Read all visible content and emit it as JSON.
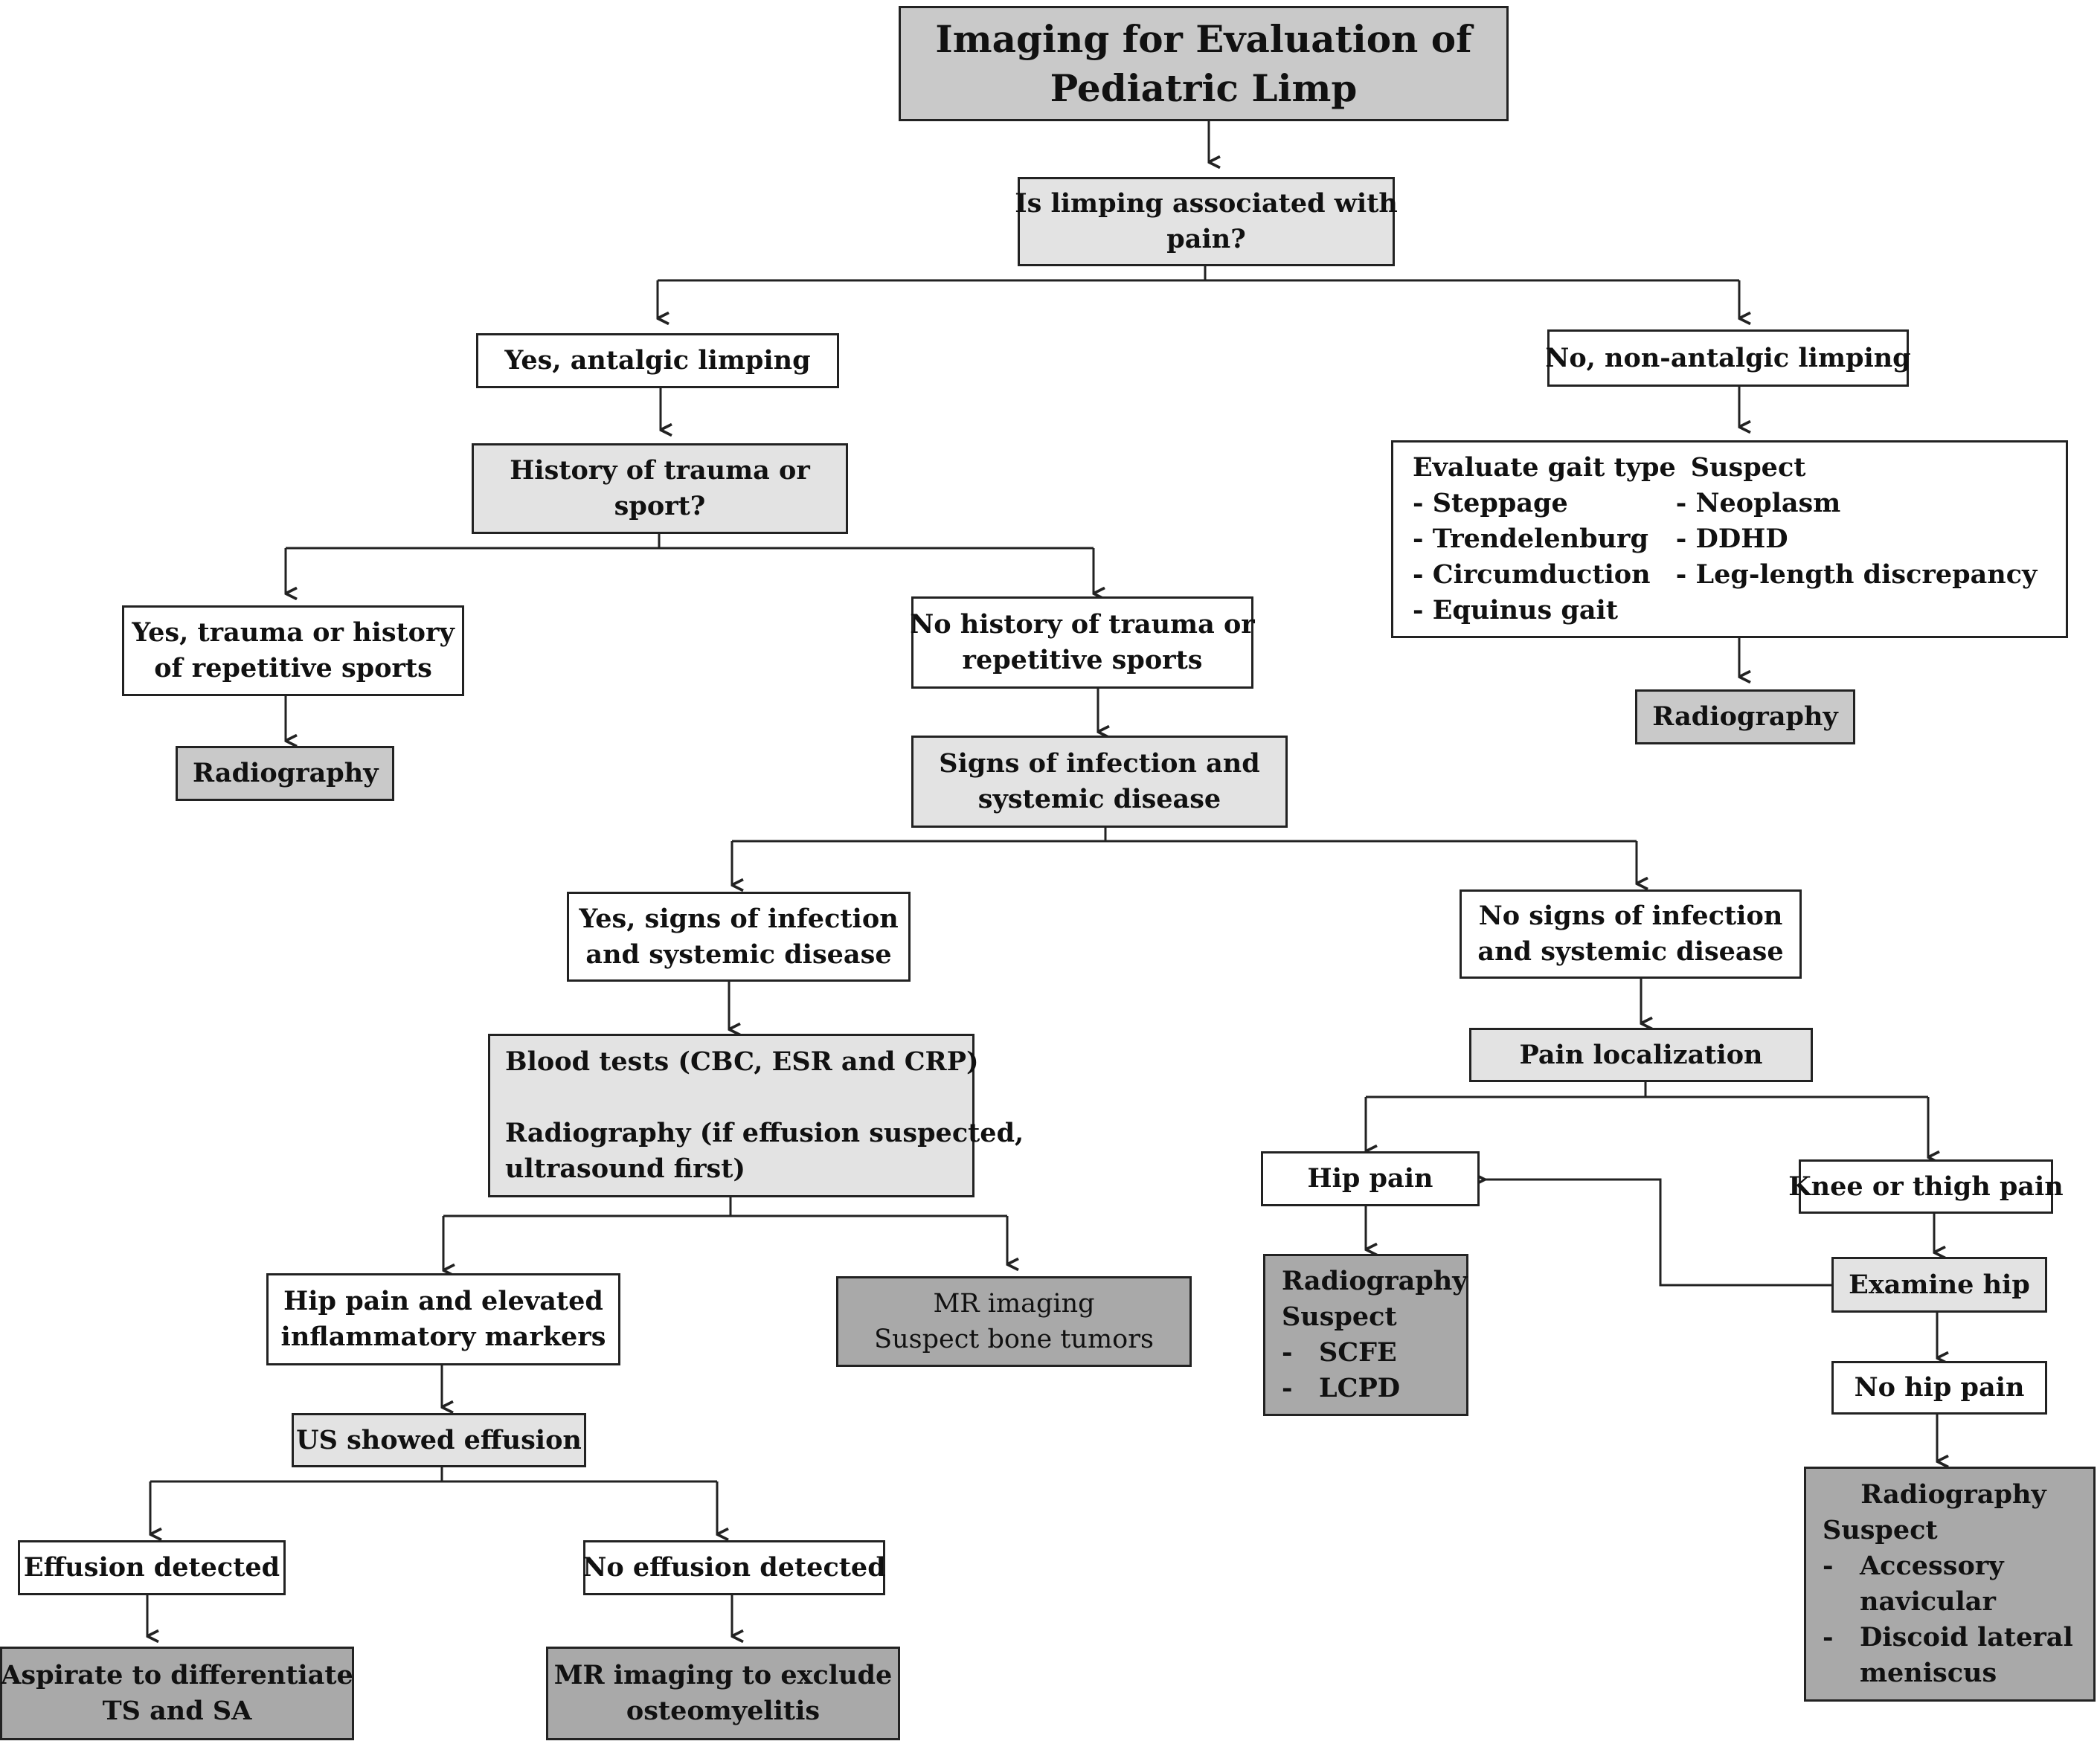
{
  "diagram": {
    "title": {
      "lines": [
        "Imaging for Evaluation of",
        "Pediatric Limp"
      ]
    },
    "q_pain": {
      "lines": [
        "Is limping associated with",
        "pain?"
      ]
    },
    "yes_antalgic": "Yes, antalgic limping",
    "no_antalgic": "No, non-antalgic limping",
    "gait": {
      "heading_left": "Evaluate gait type",
      "items_left": [
        "- Steppage",
        "- Trendelenburg",
        "- Circumduction",
        "- Equinus gait"
      ],
      "heading_right": "Suspect",
      "items_right": [
        "- Neoplasm",
        "- DDHD",
        "- Leg-length discrepancy"
      ]
    },
    "radiography_right": "Radiography",
    "q_trauma": {
      "lines": [
        "History of trauma or",
        "sport?"
      ]
    },
    "yes_trauma": {
      "lines": [
        "Yes, trauma or history",
        "of repetitive sports"
      ]
    },
    "radiography_left": "Radiography",
    "no_trauma": {
      "lines": [
        "No history of trauma or",
        "repetitive sports"
      ]
    },
    "q_infection": {
      "lines": [
        "Signs of infection and",
        "systemic disease"
      ]
    },
    "yes_infection": {
      "lines": [
        "Yes, signs of infection",
        "and systemic disease"
      ]
    },
    "no_infection": {
      "lines": [
        "No signs of infection",
        "and systemic disease"
      ]
    },
    "blood_tests": {
      "line1": "Blood tests (CBC, ESR and CRP)",
      "line2": "Radiography (if effusion suspected,",
      "line3": "ultrasound first)"
    },
    "hip_inflam": {
      "lines": [
        "Hip pain and elevated",
        "inflammatory markers"
      ]
    },
    "mr_tumors": {
      "lines": [
        "MR imaging",
        "Suspect bone tumors"
      ]
    },
    "us_effusion": "US showed effusion",
    "effusion_detected": "Effusion detected",
    "no_effusion": "No effusion detected",
    "aspirate": {
      "lines": [
        "Aspirate to differentiate",
        "TS and SA"
      ]
    },
    "mr_osteo": {
      "lines": [
        "MR imaging to exclude",
        "osteomyelitis"
      ]
    },
    "pain_localization": "Pain localization",
    "hip_pain": "Hip pain",
    "knee_thigh": "Knee or thigh pain",
    "radiography_hip": {
      "line1": "Radiography",
      "line2": "Suspect",
      "items": [
        {
          "bullet": "-",
          "text": "SCFE"
        },
        {
          "bullet": "-",
          "text": "LCPD"
        }
      ]
    },
    "examine_hip": "Examine hip",
    "no_hip_pain": "No hip pain",
    "radiography_knee": {
      "line1": "Radiography",
      "line2": "Suspect",
      "items": [
        {
          "bullet": "-",
          "text": "Accessory",
          "cont": "navicular"
        },
        {
          "bullet": "-",
          "text": "Discoid lateral",
          "cont": "meniscus"
        }
      ]
    }
  },
  "colors": {
    "white": "#ffffff",
    "light": "#e3e3e3",
    "mid": "#c9c9c9",
    "dark": "#a9a9a9",
    "line": "#222222"
  }
}
